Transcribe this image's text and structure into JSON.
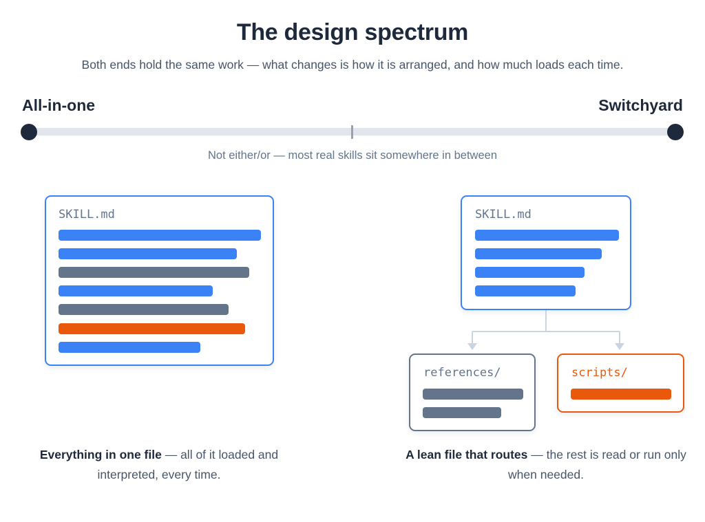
{
  "header": {
    "title": "The design spectrum",
    "subtitle": "Both ends hold the same work — what changes is how it is arranged, and how much loads each time."
  },
  "spectrum": {
    "left_label": "All-in-one",
    "right_label": "Switchyard",
    "caption": "Not either/or — most real skills sit somewhere in between"
  },
  "left_panel": {
    "file_label": "SKILL.md",
    "caption_bold": "Everything in one file",
    "caption_rest": " — all of it loaded and interpreted, every time."
  },
  "right_panel": {
    "file_label": "SKILL.md",
    "references_label": "references/",
    "scripts_label": "scripts/",
    "caption_bold": "A lean file that routes",
    "caption_rest": " — the rest is read or run only when needed."
  },
  "colors": {
    "instructions": "#3b82f6",
    "reference": "#64748b",
    "script": "#ea580c",
    "dark": "#1e293b"
  }
}
